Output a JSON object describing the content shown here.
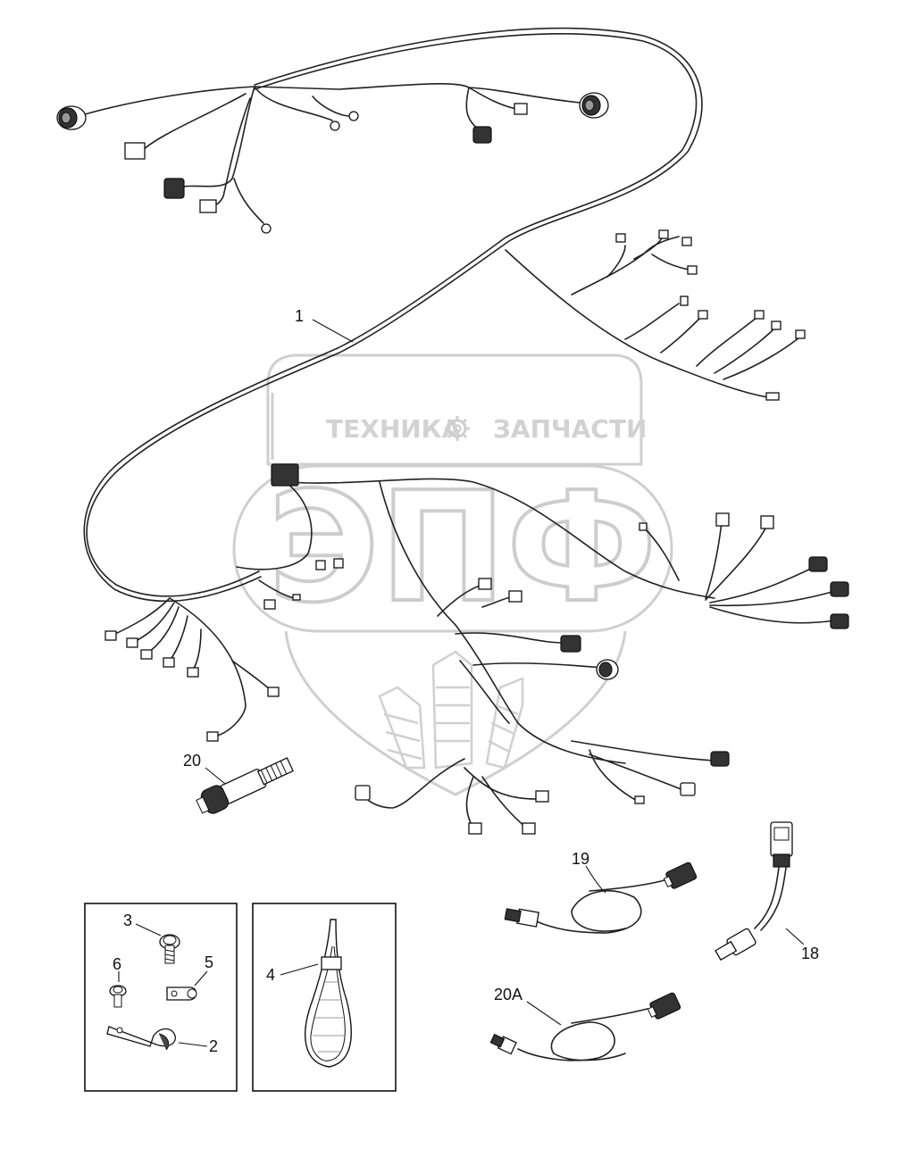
{
  "watermark": {
    "left_text": "ТЕХНИКА",
    "right_text": "ЗАПЧАСТИ",
    "monogram": "ЭПФ",
    "gear_icon": "gear-icon"
  },
  "callouts": {
    "harness": "1",
    "clip": "2",
    "bolt": "3",
    "strap": "4",
    "p_clip": "5",
    "bolt_small": "6",
    "sensor_18": "18",
    "sensor_19": "19",
    "sender_20": "20",
    "sensor_20a": "20A"
  }
}
